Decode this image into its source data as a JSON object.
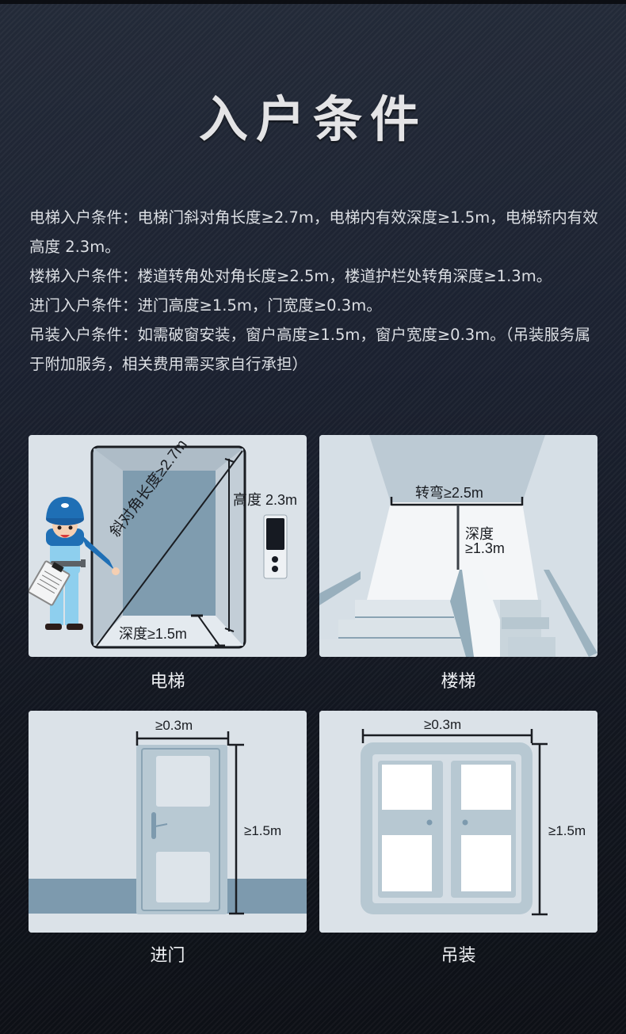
{
  "page": {
    "title": "入户条件"
  },
  "conditions": [
    {
      "label": "电梯入户条件",
      "text": "电梯入户条件：电梯门斜对角长度≥2.7m，电梯内有效深度≥1.5m，电梯轿内有效高度 2.3m。"
    },
    {
      "label": "楼梯入户条件",
      "text": "楼梯入户条件：楼道转角处对角长度≥2.5m，楼道护栏处转角深度≥1.3m。"
    },
    {
      "label": "进门入户条件",
      "text": "进门入户条件：进门高度≥1.5m，门宽度≥0.3m。"
    },
    {
      "label": "吊装入户条件",
      "text": "吊装入户条件：如需破窗安装，窗户高度≥1.5m，窗户宽度≥0.3m。（吊装服务属于附加服务，相关费用需买家自行承担）"
    }
  ],
  "cards": [
    {
      "caption": "电梯",
      "labels": {
        "diagonal": "斜对角长度≥2.7m",
        "height": "高度 2.3m",
        "depth": "深度≥1.5m"
      }
    },
    {
      "caption": "楼梯",
      "labels": {
        "turn": "转弯≥2.5m",
        "depth_1": "深度",
        "depth_2": "≥1.3m"
      }
    },
    {
      "caption": "进门",
      "labels": {
        "width": "≥0.3m",
        "height": "≥1.5m"
      }
    },
    {
      "caption": "吊装",
      "labels": {
        "width": "≥0.3m",
        "height": "≥1.5m"
      }
    }
  ],
  "colors": {
    "background": "#1b2130",
    "card": "#dbe2e8",
    "accent_blue": "#1f6fb5",
    "wall_dark": "#7d9aae"
  }
}
